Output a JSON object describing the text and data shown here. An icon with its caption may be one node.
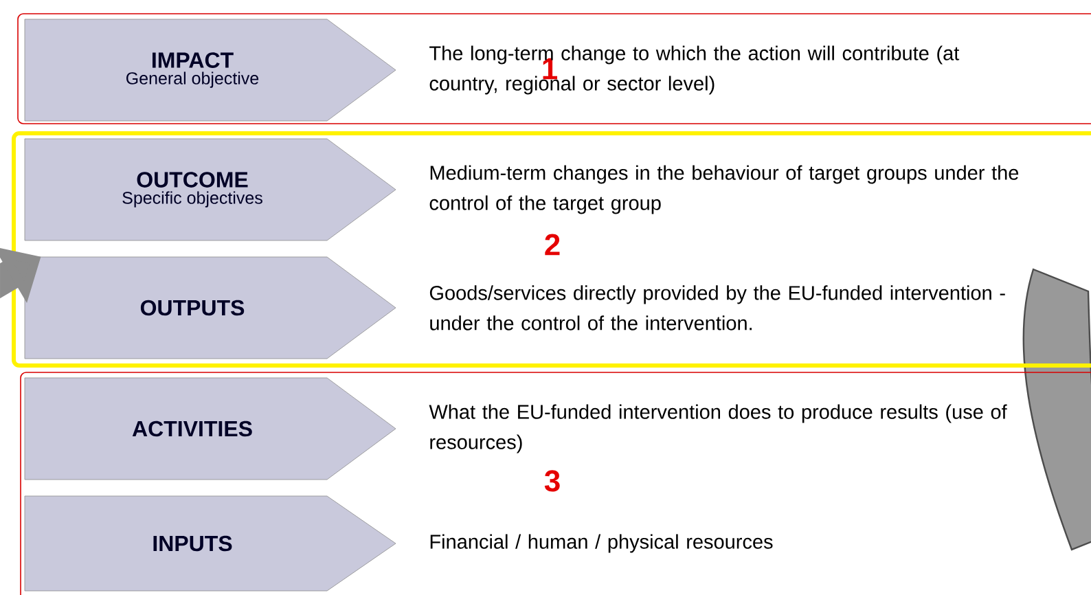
{
  "diagram": {
    "nodes": [
      {
        "text": [
          "1"
        ]
      },
      {
        "text": [
          "IMPACT",
          "General objective"
        ],
        "in": 0,
        "beside": [
          "The long-term change to which the action will contribute (at country, regional or sector level)"
        ]
      },
      {
        "text": [
          "2"
        ]
      },
      {
        "text": [
          "OUTCOME",
          "Specific objectives"
        ],
        "in": 2,
        "beside": [
          "Medium-term changes in the behaviour of target groups under the control of the target group"
        ]
      },
      {
        "text": [
          "OUTPUTS"
        ],
        "in": 2,
        "beside": [
          "Goods/services directly provided by the EU-funded intervention - under the control of the intervention."
        ]
      },
      {
        "text": [
          "3"
        ]
      },
      {
        "text": [
          "ACTIVITIES"
        ],
        "in": 5,
        "beside": [
          "What the EU-funded intervention does to produce results (use of resources)"
        ]
      },
      {
        "text": [
          "INPUTS"
        ],
        "in": 5,
        "beside": [
          "Financial / human / physical resources"
        ]
      }
    ],
    "edges": [
      {
        "from": null,
        "to": 4,
        "arrow": "to",
        "color": "#8c8c8c"
      }
    ]
  }
}
